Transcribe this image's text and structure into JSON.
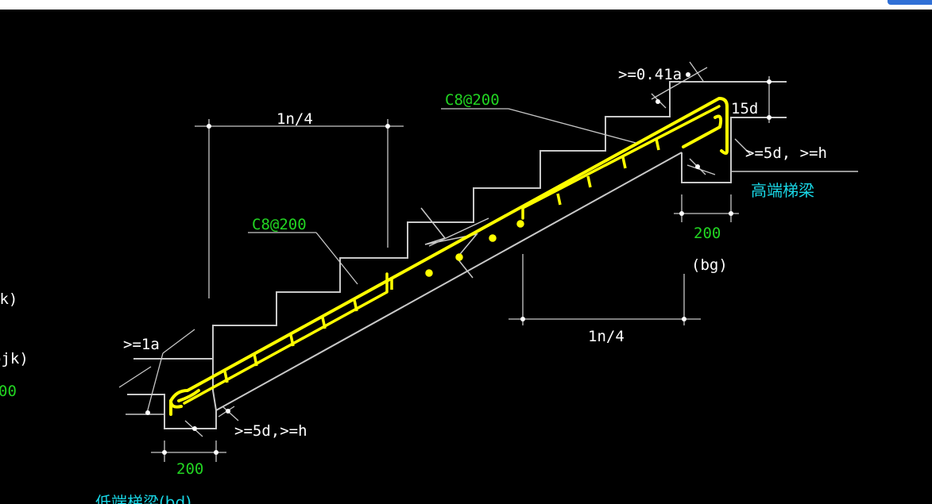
{
  "colors": {
    "background": "#000000",
    "line": "#c8c8c8",
    "rebar": "#ffff00",
    "text_white": "#ffffff",
    "text_green": "#22d422",
    "text_cyan": "#19d7e6"
  },
  "labels": {
    "ln4_top": "1n/4",
    "ln4_bottom": "1n/4",
    "rebar_top": "C8@200",
    "rebar_bottom": "C8@200",
    "anchor_04la": ">=0.41a",
    "hook_15d": "15d",
    "anchor_5d_high": ">=5d, >=h",
    "anchor_5d_low": ">=5d,>=h",
    "anchor_la": ">=1a",
    "high_beam": "高端梯梁",
    "low_beam": "低端梯梁(bd)",
    "width_high": "200",
    "width_low": "200",
    "bg": "(bg)",
    "left_fk": "fk)",
    "left_pjk": "pjk)",
    "left_00": "00"
  }
}
